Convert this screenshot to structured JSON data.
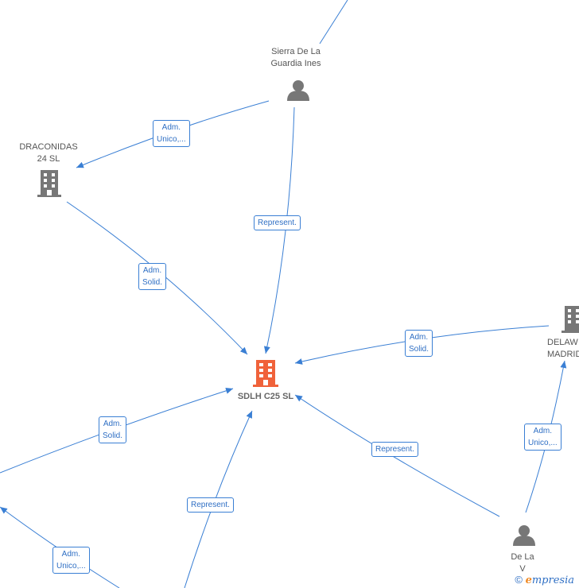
{
  "nodes": {
    "main": {
      "label": "SDLH C25  SL",
      "type": "company",
      "color": "#f0623a"
    },
    "sierra": {
      "label": "Sierra De La\nGuardia Ines",
      "type": "person",
      "color": "#777777"
    },
    "draconidas": {
      "label": "DRACONIDAS\n24  SL",
      "type": "company",
      "color": "#777777"
    },
    "delaware": {
      "label": "DELAW\nMADRID",
      "type": "company",
      "color": "#777777"
    },
    "delavega": {
      "label": "De La\nV",
      "type": "person",
      "color": "#777777"
    }
  },
  "edges": [
    {
      "id": "sierra-draconidas",
      "label": "Adm.\nUnico,..."
    },
    {
      "id": "sierra-main",
      "label": "Represent."
    },
    {
      "id": "draconidas-main",
      "label": "Adm.\nSolid."
    },
    {
      "id": "delaware-main",
      "label": "Adm.\nSolid."
    },
    {
      "id": "delavega-delaware",
      "label": "Adm.\nUnico,..."
    },
    {
      "id": "delavega-main",
      "label": "Represent."
    },
    {
      "id": "left1-main",
      "label": "Adm.\nSolid."
    },
    {
      "id": "bottom-main",
      "label": "Represent."
    },
    {
      "id": "left2-edge",
      "label": "Adm.\nUnico,..."
    }
  ],
  "footer": {
    "copyright": "©",
    "brand_e": "e",
    "brand_rest": "mpresia"
  },
  "colors": {
    "edge": "#3a7fd4",
    "main_node": "#f0623a",
    "node": "#777777"
  }
}
